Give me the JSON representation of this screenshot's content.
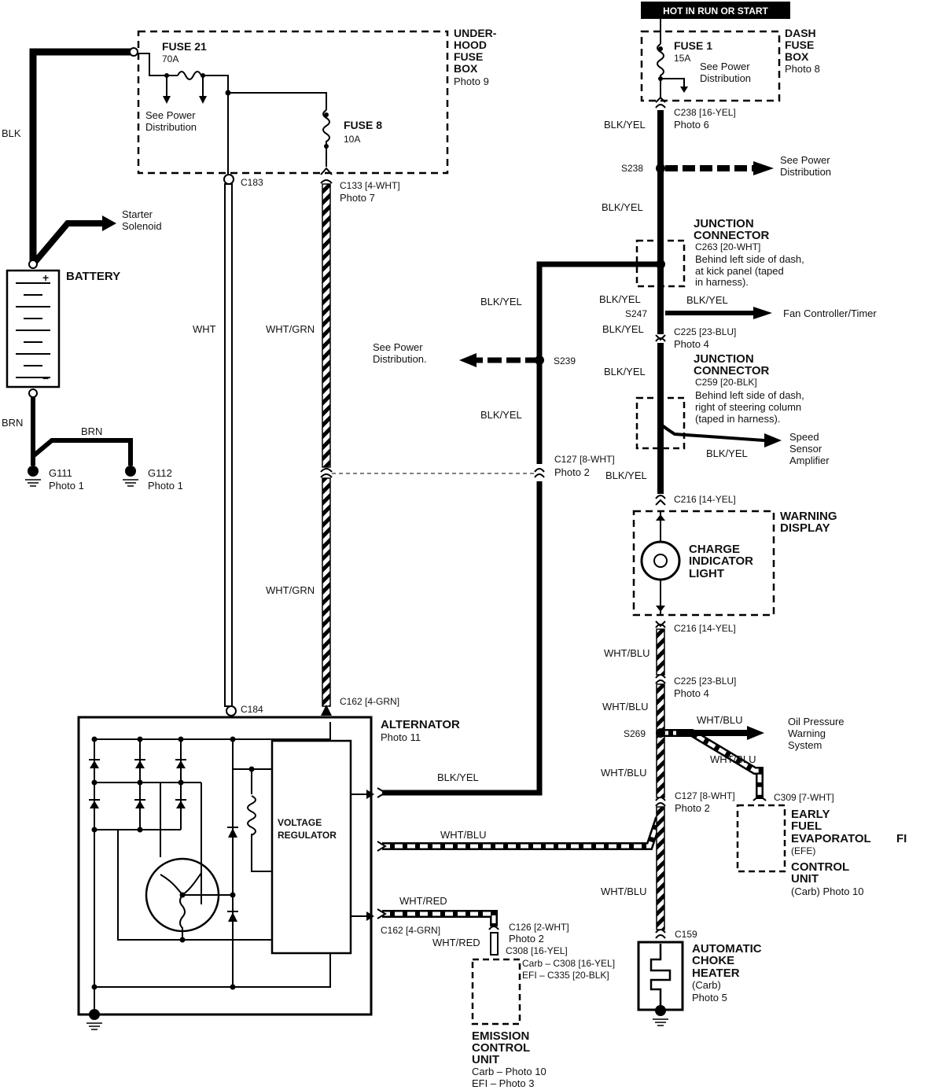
{
  "header": {
    "hot_label": "HOT IN RUN OR START"
  },
  "underhood": {
    "title_lines": [
      "UNDER-",
      "HOOD",
      "FUSE",
      "BOX",
      "Photo 9"
    ],
    "fuse21": [
      "FUSE 21",
      "70A"
    ],
    "fuse8": [
      "FUSE 8",
      "10A"
    ],
    "see_power": [
      "See Power",
      "Distribution"
    ]
  },
  "dashbox": {
    "title_lines": [
      "DASH",
      "FUSE",
      "BOX",
      "Photo 8"
    ],
    "fuse1": [
      "FUSE 1",
      "15A"
    ],
    "see_power": [
      "See Power",
      "Distribution"
    ]
  },
  "battery": {
    "label": "BATTERY",
    "plus": "+",
    "minus": "−",
    "blk": "BLK",
    "brn1": "BRN",
    "brn2": "BRN",
    "starter": [
      "Starter",
      "Solenoid"
    ],
    "g111": [
      "G111",
      "Photo 1"
    ],
    "g112": [
      "G112",
      "Photo 1"
    ]
  },
  "left_wires": {
    "c183": "C183",
    "c133": [
      "C133 [4-WHT]",
      "Photo 7"
    ],
    "wht": "WHT",
    "whtgrn1": "WHT/GRN",
    "whtgrn2": "WHT/GRN",
    "c184": "C184",
    "c162a": "C162 [4-GRN]"
  },
  "alternator": {
    "title": [
      "ALTERNATOR",
      "Photo 11"
    ],
    "regulator": [
      "VOLTAGE",
      "REGULATOR"
    ]
  },
  "middle": {
    "blkyel_a": "BLK/YEL",
    "blkyel_b": "BLK/YEL",
    "s239": "S239",
    "see_power": [
      "See Power",
      "Distribution."
    ],
    "c127": [
      "C127 [8-WHT]",
      "Photo 2"
    ],
    "blkyel_c": "BLK/YEL",
    "whtblu": "WHT/BLU",
    "whtred": "WHT/RED",
    "c126": [
      "C126 [2-WHT]",
      "Photo 2"
    ],
    "c162b": "C162 [4-GRN]",
    "whtred2": "WHT/RED",
    "c308": "C308 [16-YEL]",
    "carb_efi": [
      "Carb – C308 [16-YEL]",
      "EFI – C335 [20-BLK]"
    ],
    "emission": [
      "EMISSION",
      "CONTROL",
      "UNIT"
    ],
    "emission_photos": [
      "Carb – Photo 10",
      "EFI – Photo 3"
    ]
  },
  "right": {
    "c238": [
      "C238 [16-YEL]",
      "Photo 6"
    ],
    "blkyel1": "BLK/YEL",
    "s238": "S238",
    "see_power": [
      "See Power",
      "Distribution"
    ],
    "blkyel2": "BLK/YEL",
    "jc1_title": [
      "JUNCTION",
      "CONNECTOR"
    ],
    "jc1_text": [
      "C263 [20-WHT]",
      "Behind left side of dash,",
      "at kick panel (taped",
      "in harness)."
    ],
    "blkyel3": "BLK/YEL",
    "blkyel3b": "BLK/YEL",
    "s247": "S247",
    "fan": "Fan Controller/Timer",
    "blkyel4": "BLK/YEL",
    "c225a": [
      "C225 [23-BLU]",
      "Photo 4"
    ],
    "blkyel5": "BLK/YEL",
    "jc2_title": [
      "JUNCTION",
      "CONNECTOR"
    ],
    "jc2_text": [
      "C259 [20-BLK]",
      "Behind left side of dash,",
      "right of steering column",
      "(taped in harness)."
    ],
    "blkyel6": "BLK/YEL",
    "speed": [
      "Speed",
      "Sensor",
      "Amplifier"
    ],
    "blkyel7": "BLK/YEL",
    "c216a": "C216 [14-YEL]",
    "warning": [
      "WARNING",
      "DISPLAY"
    ],
    "charge": [
      "CHARGE",
      "INDICATOR",
      "LIGHT"
    ],
    "c216b": "C216 [14-YEL]",
    "whtblu1": "WHT/BLU",
    "c225b": [
      "C225 [23-BLU]",
      "Photo 4"
    ],
    "whtblu2": "WHT/BLU",
    "s269": "S269",
    "whtblu3": "WHT/BLU",
    "oil": [
      "Oil Pressure",
      "Warning",
      "System"
    ],
    "whtblu4": "WHT/BLU",
    "whtblu5": "WHT/BLU",
    "c127b": [
      "C127 [8-WHT]",
      "Photo 2"
    ],
    "c309": "C309 [7-WHT]",
    "efe": [
      "EARLY",
      "FUEL",
      "EVAPORATOL",
      "(EFE)",
      "CONTROL",
      "UNIT"
    ],
    "efe_fi": "FI",
    "efe_photo": "(Carb) Photo 10",
    "whtblu6": "WHT/BLU",
    "c159": "C159",
    "choke": [
      "AUTOMATIC",
      "CHOKE",
      "HEATER",
      "(Carb)",
      "Photo 5"
    ]
  }
}
